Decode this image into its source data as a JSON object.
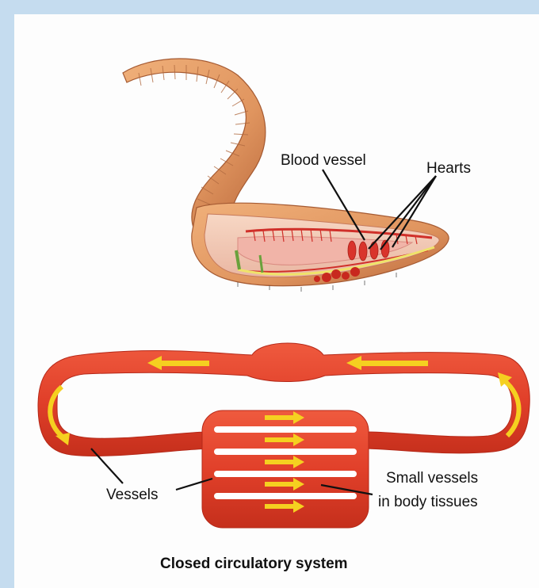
{
  "labels": {
    "blood_vessel": "Blood vessel",
    "hearts": "Hearts",
    "vessels": "Vessels",
    "small_vessels_line1": "Small vessels",
    "small_vessels_line2": "in body tissues"
  },
  "caption": "Closed circulatory system",
  "colors": {
    "frame": "#c5dcef",
    "worm_skin": "#e0955f",
    "vessel_red": "#e1402a",
    "arrow_yellow": "#f5d020",
    "nerve_yellow": "#efe36a"
  }
}
